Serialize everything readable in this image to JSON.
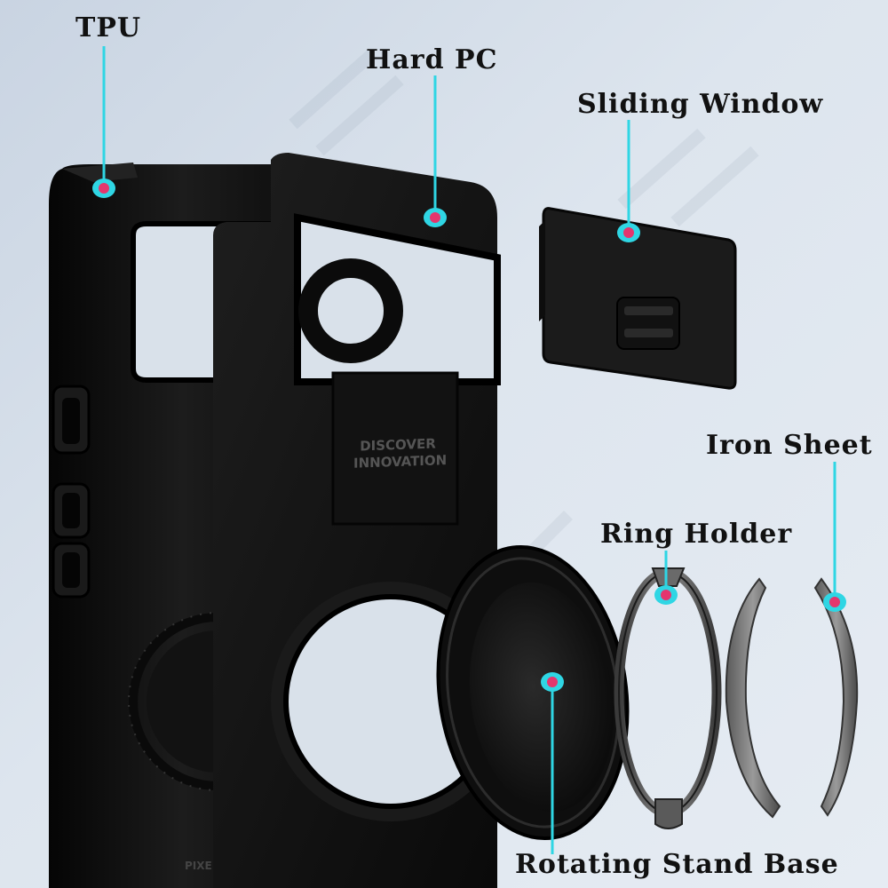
{
  "labels": {
    "tpu": "TPU",
    "hard_pc": "Hard PC",
    "sliding_window": "Sliding Window",
    "iron_sheet": "Iron Sheet",
    "ring_holder": "Ring Holder",
    "rotating_stand_base": "Rotating Stand Base"
  },
  "embossed_text": {
    "line1": "DISCOVER",
    "line2": "INNOVATION"
  },
  "case_text": "PIXE",
  "colors": {
    "pointer_line": "#2fd6e4",
    "pointer_dot": "#e4366e",
    "case_black": "#151515"
  }
}
